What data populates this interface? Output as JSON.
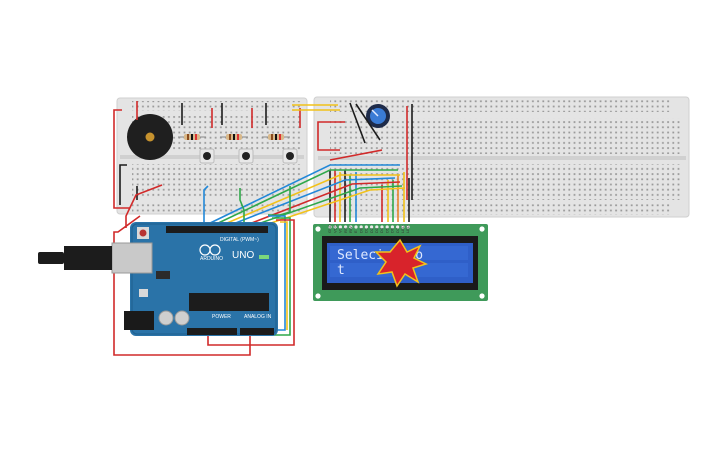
{
  "arduino": {
    "brand_label": "ARDUINO",
    "model_label": "UNO",
    "digital_header_label": "DIGITAL (PWM~)",
    "power_label": "POWER",
    "analog_label": "ANALOG IN"
  },
  "lcd": {
    "line1": "Selecione o",
    "line2": "t",
    "pin_labels": [
      "GND",
      "VCC",
      "V0",
      "RS",
      "RW",
      "E",
      "D0",
      "D1",
      "D2",
      "D3",
      "D4",
      "D5",
      "D6",
      "D7",
      "LED",
      "LED"
    ]
  },
  "colors": {
    "breadboard": "#e4e4e4",
    "arduino_board": "#2a73a8",
    "lcd_pcb": "#3f9a5a",
    "lcd_screen": "#2f5fc8",
    "wire_red": "#d12a2a",
    "wire_black": "#1c1c1c",
    "wire_yellow": "#f2c21a",
    "wire_green": "#2fa84a",
    "wire_blue": "#2288d8",
    "wire_orange": "#e8842a"
  }
}
